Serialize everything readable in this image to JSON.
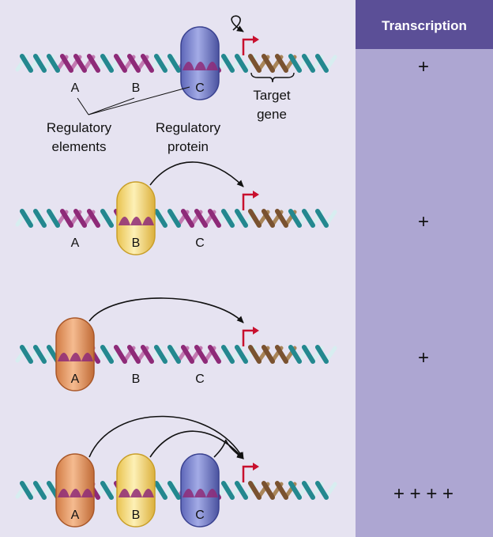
{
  "colors": {
    "background": "#e6e3f1",
    "panel": "#ada6d2",
    "panel_header": "#5b4f97",
    "strand_teal": "#23888f",
    "strand_light": "#d7eef0",
    "element_magenta": "#8e2a78",
    "gene_brown": "#7a5230",
    "promoter_arrow": "#c8102e",
    "protein_blue": "#7d86cf",
    "protein_yellow": "#f7e08a",
    "protein_orange": "#e69c67"
  },
  "header": {
    "title": "Transcription"
  },
  "rows": [
    {
      "elements": [
        "A",
        "B",
        "C"
      ],
      "proteins": [
        {
          "label": "C",
          "color": "blue"
        }
      ],
      "transcription": "+",
      "callouts": {
        "regulatory_elements": [
          "Regulatory",
          "elements"
        ],
        "regulatory_protein": [
          "Regulatory",
          "protein"
        ],
        "target_gene": [
          "Target",
          "gene"
        ]
      }
    },
    {
      "elements": [
        "A",
        "B",
        "C"
      ],
      "proteins": [
        {
          "label": "B",
          "color": "yellow"
        }
      ],
      "transcription": "+"
    },
    {
      "elements": [
        "A",
        "B",
        "C"
      ],
      "proteins": [
        {
          "label": "A",
          "color": "orange"
        }
      ],
      "transcription": "+"
    },
    {
      "elements": [
        "A",
        "B",
        "C"
      ],
      "proteins": [
        {
          "label": "A",
          "color": "orange"
        },
        {
          "label": "B",
          "color": "yellow"
        },
        {
          "label": "C",
          "color": "blue"
        }
      ],
      "transcription": "+ + + +"
    }
  ]
}
